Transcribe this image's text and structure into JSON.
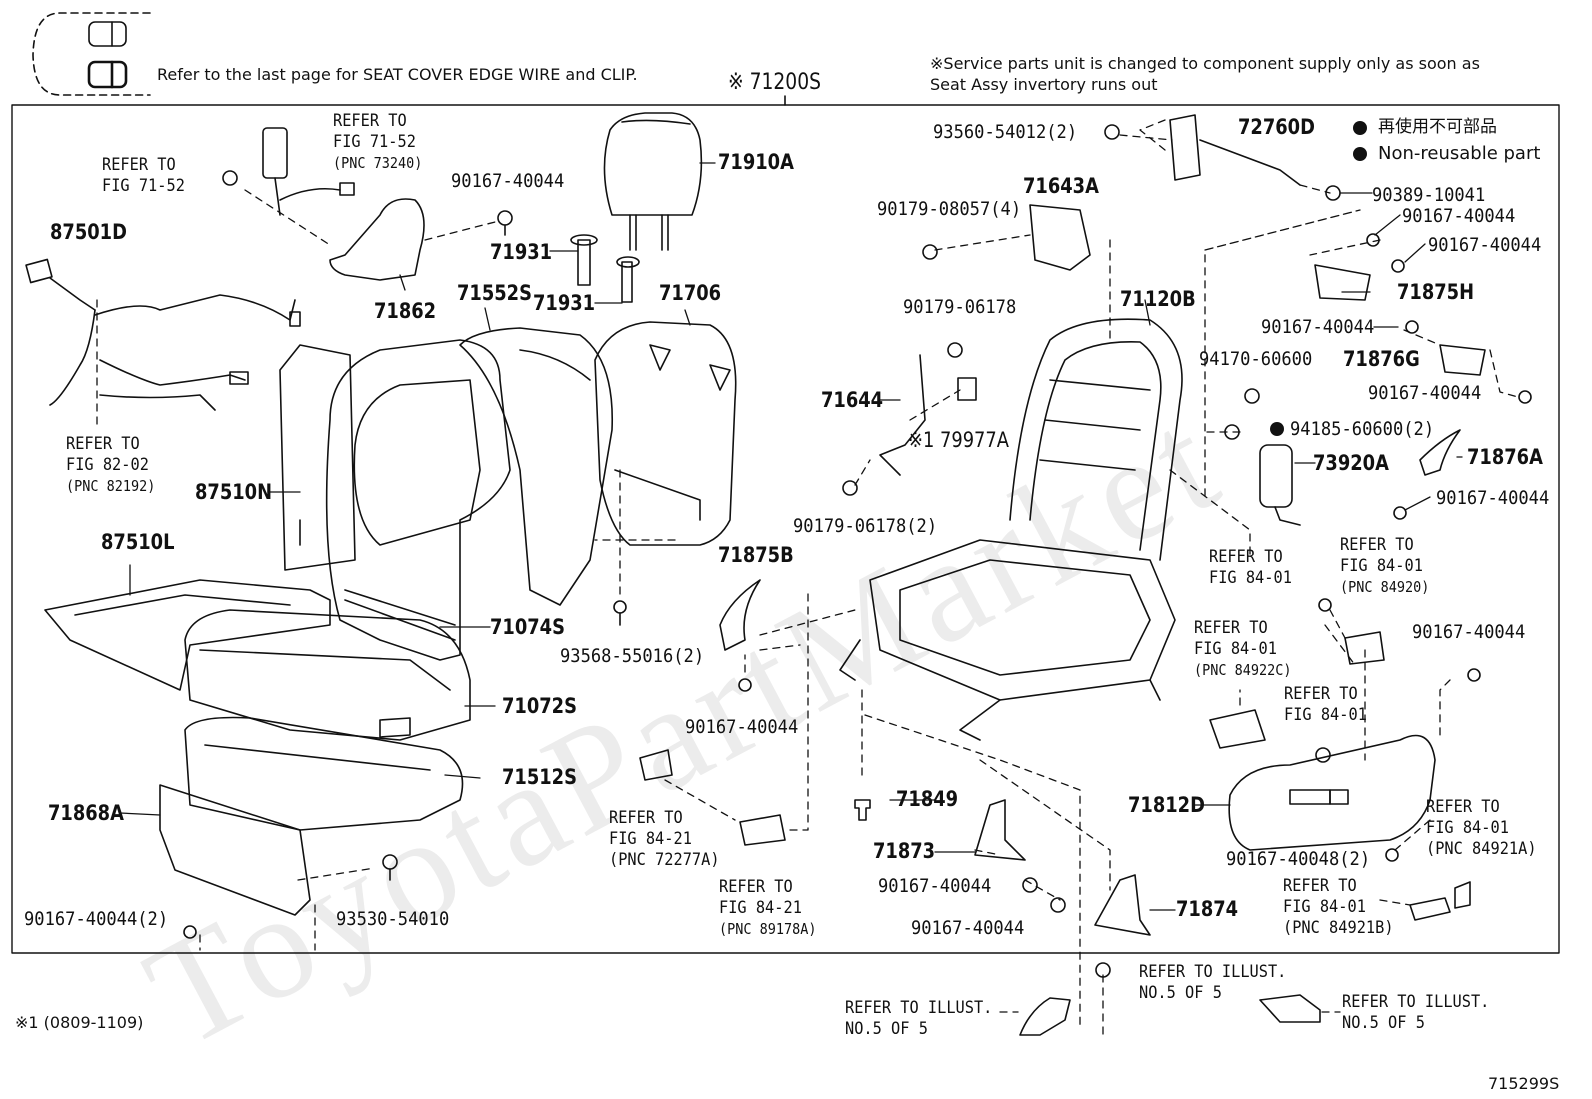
{
  "watermark": "ToyotaPartMarket",
  "header": {
    "edge_wire_note": "Refer to the last page for SEAT COVER EDGE WIRE and CLIP.",
    "assembly_code": "※ 71200S",
    "service_note_line1": "※Service parts unit is changed to component supply only as soon as",
    "service_note_line2": "Seat Assy invertory runs out",
    "legend_jp": "再使用不可部品",
    "legend_en": "Non-reusable part"
  },
  "footer": {
    "date_note": "※1 (0809-1109)",
    "figure_code": "715299S"
  },
  "labels": {
    "p71910A": "71910A",
    "p90167_a": "90167-40044",
    "p71931_a": "71931",
    "p71931_b": "71931",
    "p71706": "71706",
    "p71552S": "71552S",
    "p71862": "71862",
    "p87501D": "87501D",
    "p87510N": "87510N",
    "p87510L": "87510L",
    "p71074S": "71074S",
    "p71072S": "71072S",
    "p71512S": "71512S",
    "p71868A": "71868A",
    "p90167_2": "90167-40044(2)",
    "p93530": "93530-54010",
    "p93568": "93568-55016(2)",
    "p71875B": "71875B",
    "p90167_b": "90167-40044",
    "p93560": "93560-54012(2)",
    "p72760D": "72760D",
    "p90179_4": "90179-08057(4)",
    "p71643A": "71643A",
    "p90389": "90389-10041",
    "p90167_c": "90167-40044",
    "p90167_d": "90167-40044",
    "p71875H": "71875H",
    "p90179_06178": "90179-06178",
    "p71120B": "71120B",
    "p90167_e": "90167-40044",
    "p94170": "94170-60600",
    "p71876G": "71876G",
    "p90167_f": "90167-40044",
    "p71644": "71644",
    "p79977A": "※1 79977A",
    "p94185": "94185-60600(2)",
    "p73920A": "73920A",
    "p71876A": "71876A",
    "p90167_g": "90167-40044",
    "p90179_2": "90179-06178(2)",
    "p90167_h": "90167-40044",
    "p71849": "71849",
    "p71873": "71873",
    "p90167_i": "90167-40044",
    "p90167_j": "90167-40044",
    "p71874": "71874",
    "p71812D": "71812D",
    "p90167_48": "90167-40048(2)"
  },
  "refs": {
    "r1": [
      "REFER TO",
      "FIG 71-52",
      "(PNC 73240)"
    ],
    "r2": [
      "REFER TO",
      "FIG 71-52"
    ],
    "r3": [
      "REFER TO",
      "FIG 82-02",
      "(PNC 82192)"
    ],
    "r4": [
      "REFER TO",
      "FIG 84-21",
      "(PNC 72277A)"
    ],
    "r5": [
      "REFER TO",
      "FIG 84-21",
      "(PNC 89178A)"
    ],
    "r6": [
      "REFER TO",
      "FIG 84-01"
    ],
    "r7": [
      "REFER TO",
      "FIG 84-01",
      "(PNC 84920)"
    ],
    "r8": [
      "REFER TO",
      "FIG 84-01",
      "(PNC 84922C)"
    ],
    "r9": [
      "REFER TO",
      "FIG 84-01"
    ],
    "r10": [
      "REFER TO",
      "FIG 84-01",
      "(PNC 84921A)"
    ],
    "r11": [
      "REFER TO",
      "FIG 84-01",
      "(PNC 84921B)"
    ],
    "r12": [
      "REFER TO ILLUST.",
      "NO.5 OF 5"
    ],
    "r13": [
      "REFER TO ILLUST.",
      "NO.5 OF 5"
    ],
    "r14": [
      "REFER TO ILLUST.",
      "NO.5 OF 5"
    ]
  }
}
